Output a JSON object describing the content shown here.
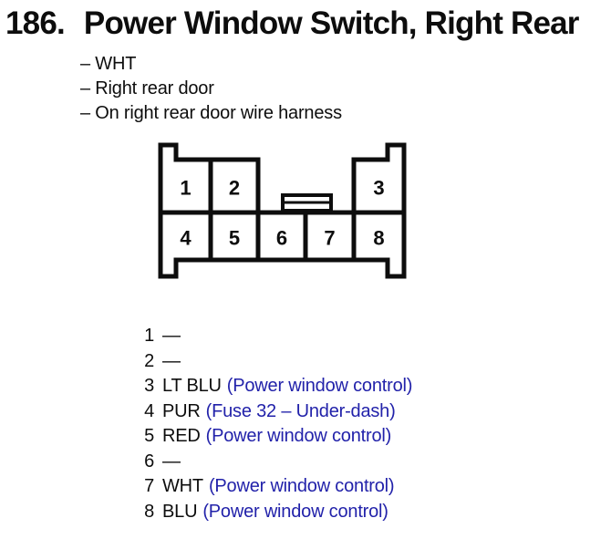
{
  "page": {
    "number": "186.",
    "title": "Power Window Switch, Right Rear",
    "notes": [
      "– WHT",
      "– Right rear door",
      "– On right rear door wire harness"
    ]
  },
  "connector": {
    "cells": [
      "1",
      "2",
      "3",
      "4",
      "5",
      "6",
      "7",
      "8"
    ]
  },
  "pins": [
    {
      "num": "1",
      "color": "—",
      "desc": ""
    },
    {
      "num": "2",
      "color": "—",
      "desc": ""
    },
    {
      "num": "3",
      "color": "LT BLU",
      "desc": "(Power window control)"
    },
    {
      "num": "4",
      "color": "PUR",
      "desc": "(Fuse 32 – Under-dash)"
    },
    {
      "num": "5",
      "color": "RED",
      "desc": "(Power window control)"
    },
    {
      "num": "6",
      "color": "—",
      "desc": ""
    },
    {
      "num": "7",
      "color": "WHT",
      "desc": "(Power window control)"
    },
    {
      "num": "8",
      "color": "BLU",
      "desc": "(Power window control)"
    }
  ],
  "colors": {
    "ink": "#0d0d0d",
    "link_blue": "#2222aa",
    "background": "#ffffff"
  }
}
